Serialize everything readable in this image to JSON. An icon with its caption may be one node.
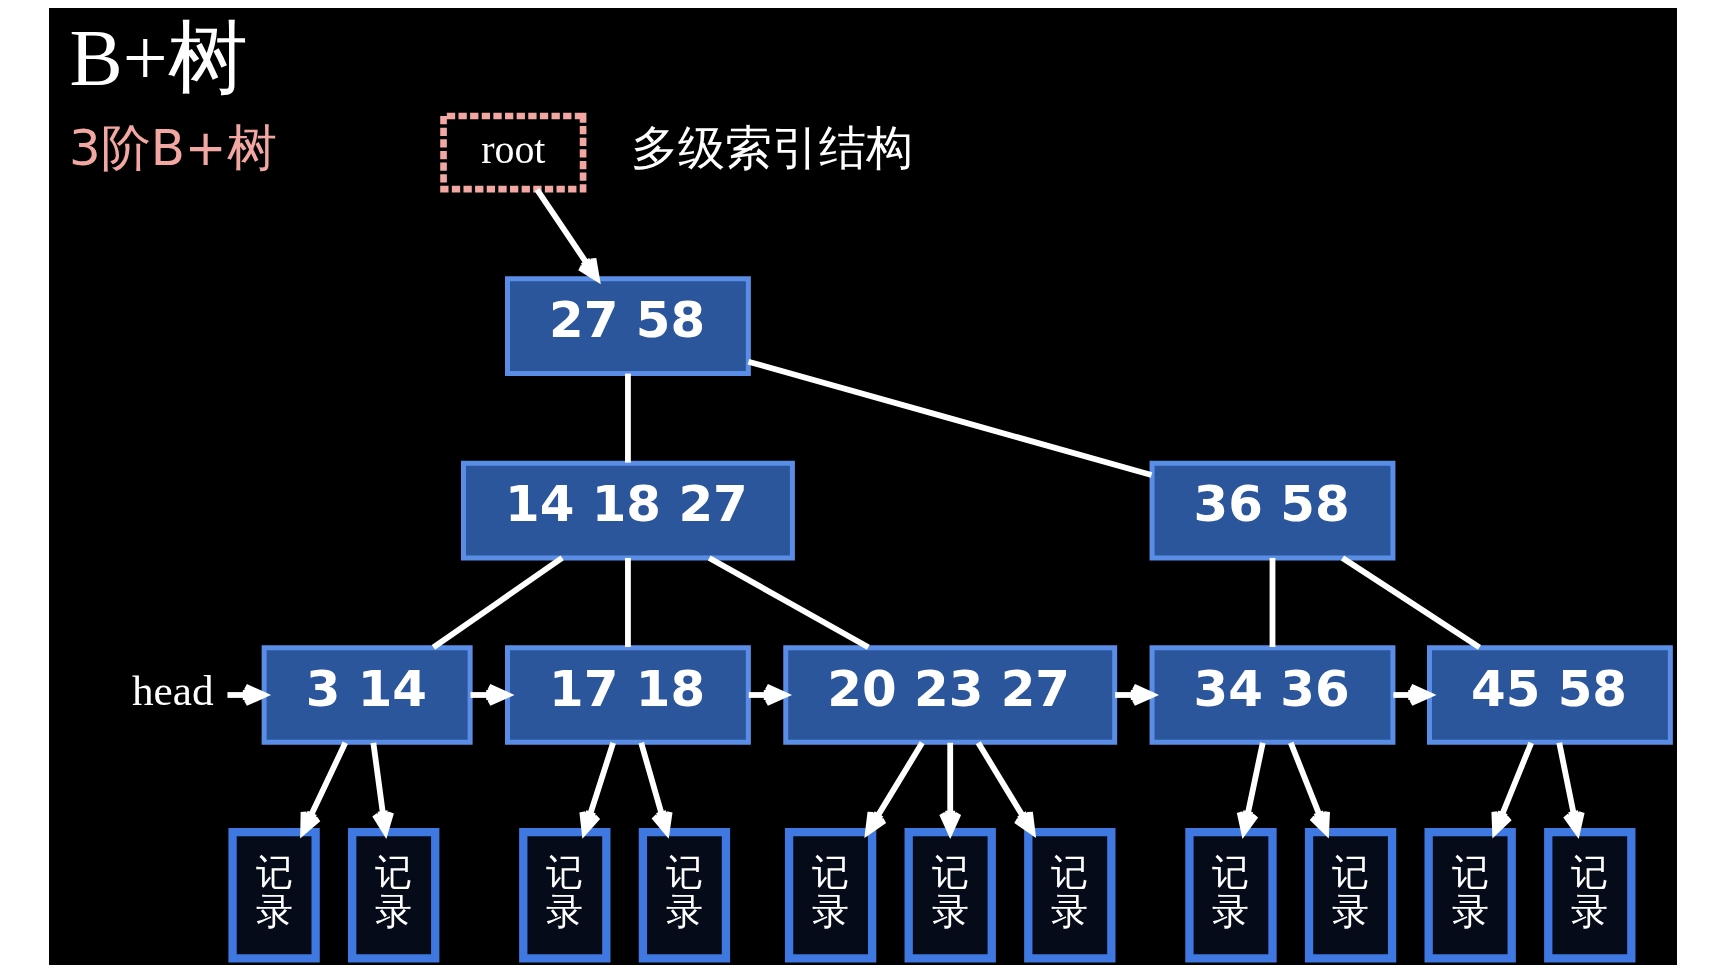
{
  "diagram": {
    "title": "B+树",
    "nodes": [
      {
        "text": [
          "root"
        ]
      },
      {
        "text": [
          "27 58"
        ]
      },
      {
        "text": [
          "14 18 27"
        ]
      },
      {
        "text": [
          "36 58"
        ]
      },
      {
        "text": [
          "head"
        ]
      },
      {
        "text": [
          "3 14"
        ]
      },
      {
        "text": [
          "17 18"
        ]
      },
      {
        "text": [
          "20 23 27"
        ]
      },
      {
        "text": [
          "34 36"
        ]
      },
      {
        "text": [
          "45 58"
        ]
      },
      {
        "text": [
          "记录"
        ]
      },
      {
        "text": [
          "记录"
        ]
      },
      {
        "text": [
          "记录"
        ]
      },
      {
        "text": [
          "记录"
        ]
      },
      {
        "text": [
          "记录"
        ]
      },
      {
        "text": [
          "记录"
        ]
      },
      {
        "text": [
          "记录"
        ]
      },
      {
        "text": [
          "记录"
        ]
      },
      {
        "text": [
          "记录"
        ]
      },
      {
        "text": [
          "记录"
        ]
      },
      {
        "text": [
          "记录"
        ]
      }
    ],
    "edges": [
      {
        "from": 0,
        "to": 1,
        "arrow": "to"
      },
      {
        "from": 1,
        "to": 2,
        "arrow": "none"
      },
      {
        "from": 1,
        "to": 3,
        "arrow": "none"
      },
      {
        "from": 2,
        "to": 5,
        "arrow": "none"
      },
      {
        "from": 2,
        "to": 6,
        "arrow": "none"
      },
      {
        "from": 2,
        "to": 7,
        "arrow": "none"
      },
      {
        "from": 3,
        "to": 8,
        "arrow": "none"
      },
      {
        "from": 3,
        "to": 9,
        "arrow": "none"
      },
      {
        "from": 4,
        "to": 5,
        "arrow": "to"
      },
      {
        "from": 5,
        "to": 6,
        "arrow": "to"
      },
      {
        "from": 6,
        "to": 7,
        "arrow": "to"
      },
      {
        "from": 7,
        "to": 8,
        "arrow": "to"
      },
      {
        "from": 8,
        "to": 9,
        "arrow": "to"
      },
      {
        "from": 5,
        "to": 10,
        "arrow": "to"
      },
      {
        "from": 5,
        "to": 11,
        "arrow": "to"
      },
      {
        "from": 6,
        "to": 12,
        "arrow": "to"
      },
      {
        "from": 6,
        "to": 13,
        "arrow": "to"
      },
      {
        "from": 7,
        "to": 14,
        "arrow": "to"
      },
      {
        "from": 7,
        "to": 15,
        "arrow": "to"
      },
      {
        "from": 7,
        "to": 16,
        "arrow": "to"
      },
      {
        "from": 8,
        "to": 17,
        "arrow": "to"
      },
      {
        "from": 8,
        "to": 18,
        "arrow": "to"
      },
      {
        "from": 9,
        "to": 19,
        "arrow": "to"
      },
      {
        "from": 9,
        "to": 20,
        "arrow": "to"
      }
    ],
    "labels": [
      "3阶B+树",
      "多级索引结构"
    ]
  }
}
